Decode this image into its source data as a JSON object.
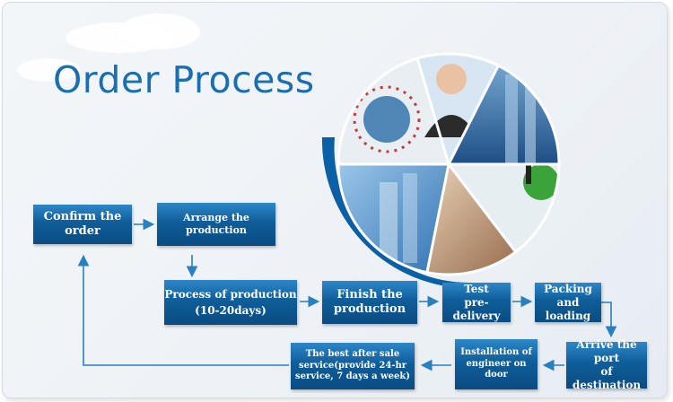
{
  "title": "Order Process",
  "colors": {
    "title": "#1b6fae",
    "box_top": "#2d87c8",
    "box_bottom": "#0a4c82",
    "arrow": "#2a7fc0"
  },
  "steps": {
    "confirm_order": "Confirm the order",
    "arrange_production": "Arrange the production",
    "process_production_line1": "Process of production",
    "process_production_line2": "(10-20days)",
    "finish_production_line1": "Finish the",
    "finish_production_line2": "production",
    "test_line1": "Test",
    "test_line2": "pre-delivery",
    "packing_line1": "Packing",
    "packing_line2": "and loading",
    "arrive_line1": "Arrive the port",
    "arrive_line2": "of destination",
    "installation_line1": "Installation of",
    "installation_line2": "engineer on door",
    "after_sale_line1": "The best after sale",
    "after_sale_line2": "service(provide 24-hr",
    "after_sale_line3": "service, 7 days a week)"
  },
  "photo_collage": {
    "segments": [
      "globe-network-icon",
      "customer-service-agent-icon",
      "office-buildings-icon",
      "skyscraper-icon",
      "teamwork-hands-icon",
      "green-globe-icon"
    ]
  }
}
